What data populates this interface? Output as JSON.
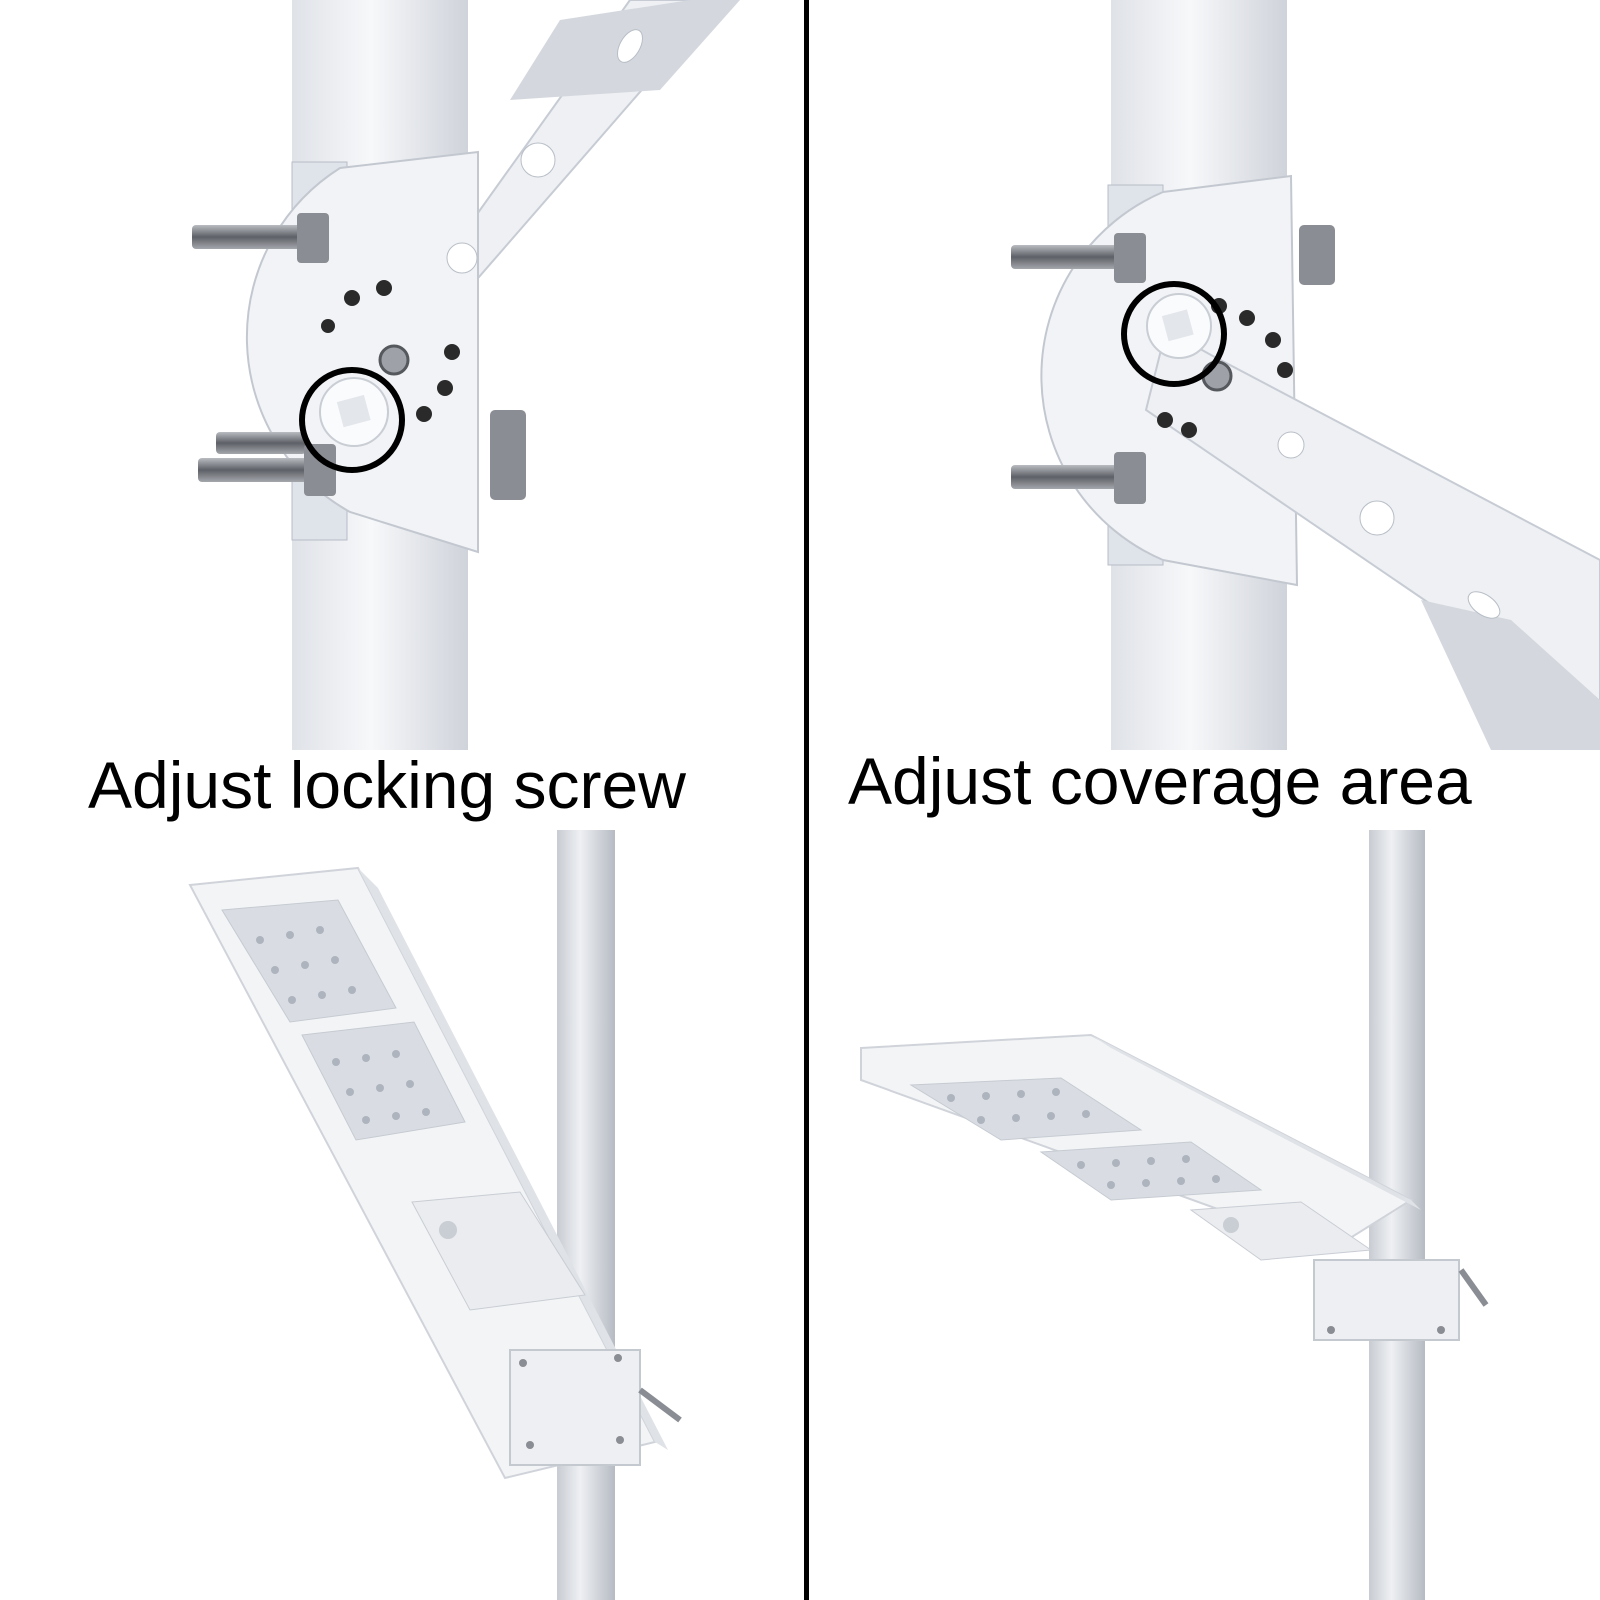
{
  "captions": {
    "left": "Adjust locking screw",
    "right": "Adjust coverage area"
  },
  "colors": {
    "background": "#ffffff",
    "divider": "#000000",
    "pole": "#e6e8ec",
    "bracket": "#f0f1f4",
    "steel": "#8a8d93",
    "highlight_circle": "#000000",
    "led": "#d9dde3"
  },
  "icons": {
    "top_left": "bracket-locking-screw-photo",
    "top_right": "bracket-coverage-angle-photo",
    "bottom_left": "solar-street-light-steep-photo",
    "bottom_right": "solar-street-light-shallow-photo"
  }
}
